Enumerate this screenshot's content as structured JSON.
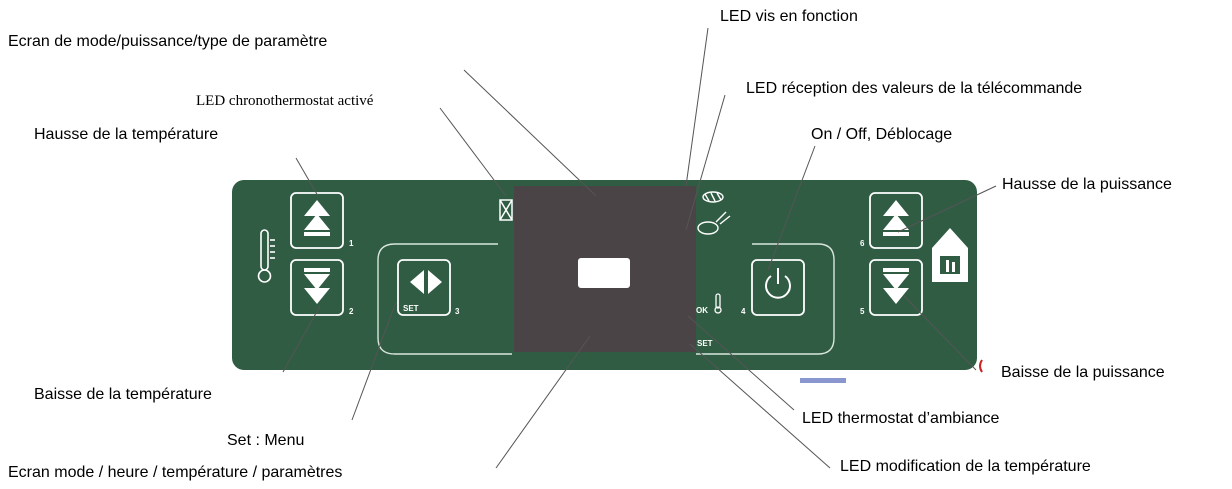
{
  "labels": {
    "led_vis": "LED vis en fonction",
    "ecran_mode_puissance": "Ecran de mode/puissance/type de paramètre",
    "led_chrono": "LED chronothermostat activé",
    "led_reception": "LED réception des valeurs de la télécommande",
    "hausse_temperature": "Hausse de la température",
    "on_off": "On / Off, Déblocage",
    "hausse_puissance": "Hausse de la puissance",
    "baisse_temperature": "Baisse de la température",
    "baisse_puissance": "Baisse de la puissance",
    "led_thermostat": "LED thermostat d’ambiance",
    "set_menu": "Set : Menu",
    "ecran_mode_heure": "Ecran mode / heure / température / paramètres",
    "led_modification": "LED modification de la température"
  },
  "panel": {
    "button_numbers": [
      "1",
      "2",
      "3",
      "4",
      "5",
      "6"
    ],
    "set_label": "SET",
    "ok_label": "OK",
    "set_label_bottom": "SET"
  },
  "colors": {
    "panel": "#2f5c43",
    "display": "#4b4447",
    "line": "#d8e6dc"
  }
}
